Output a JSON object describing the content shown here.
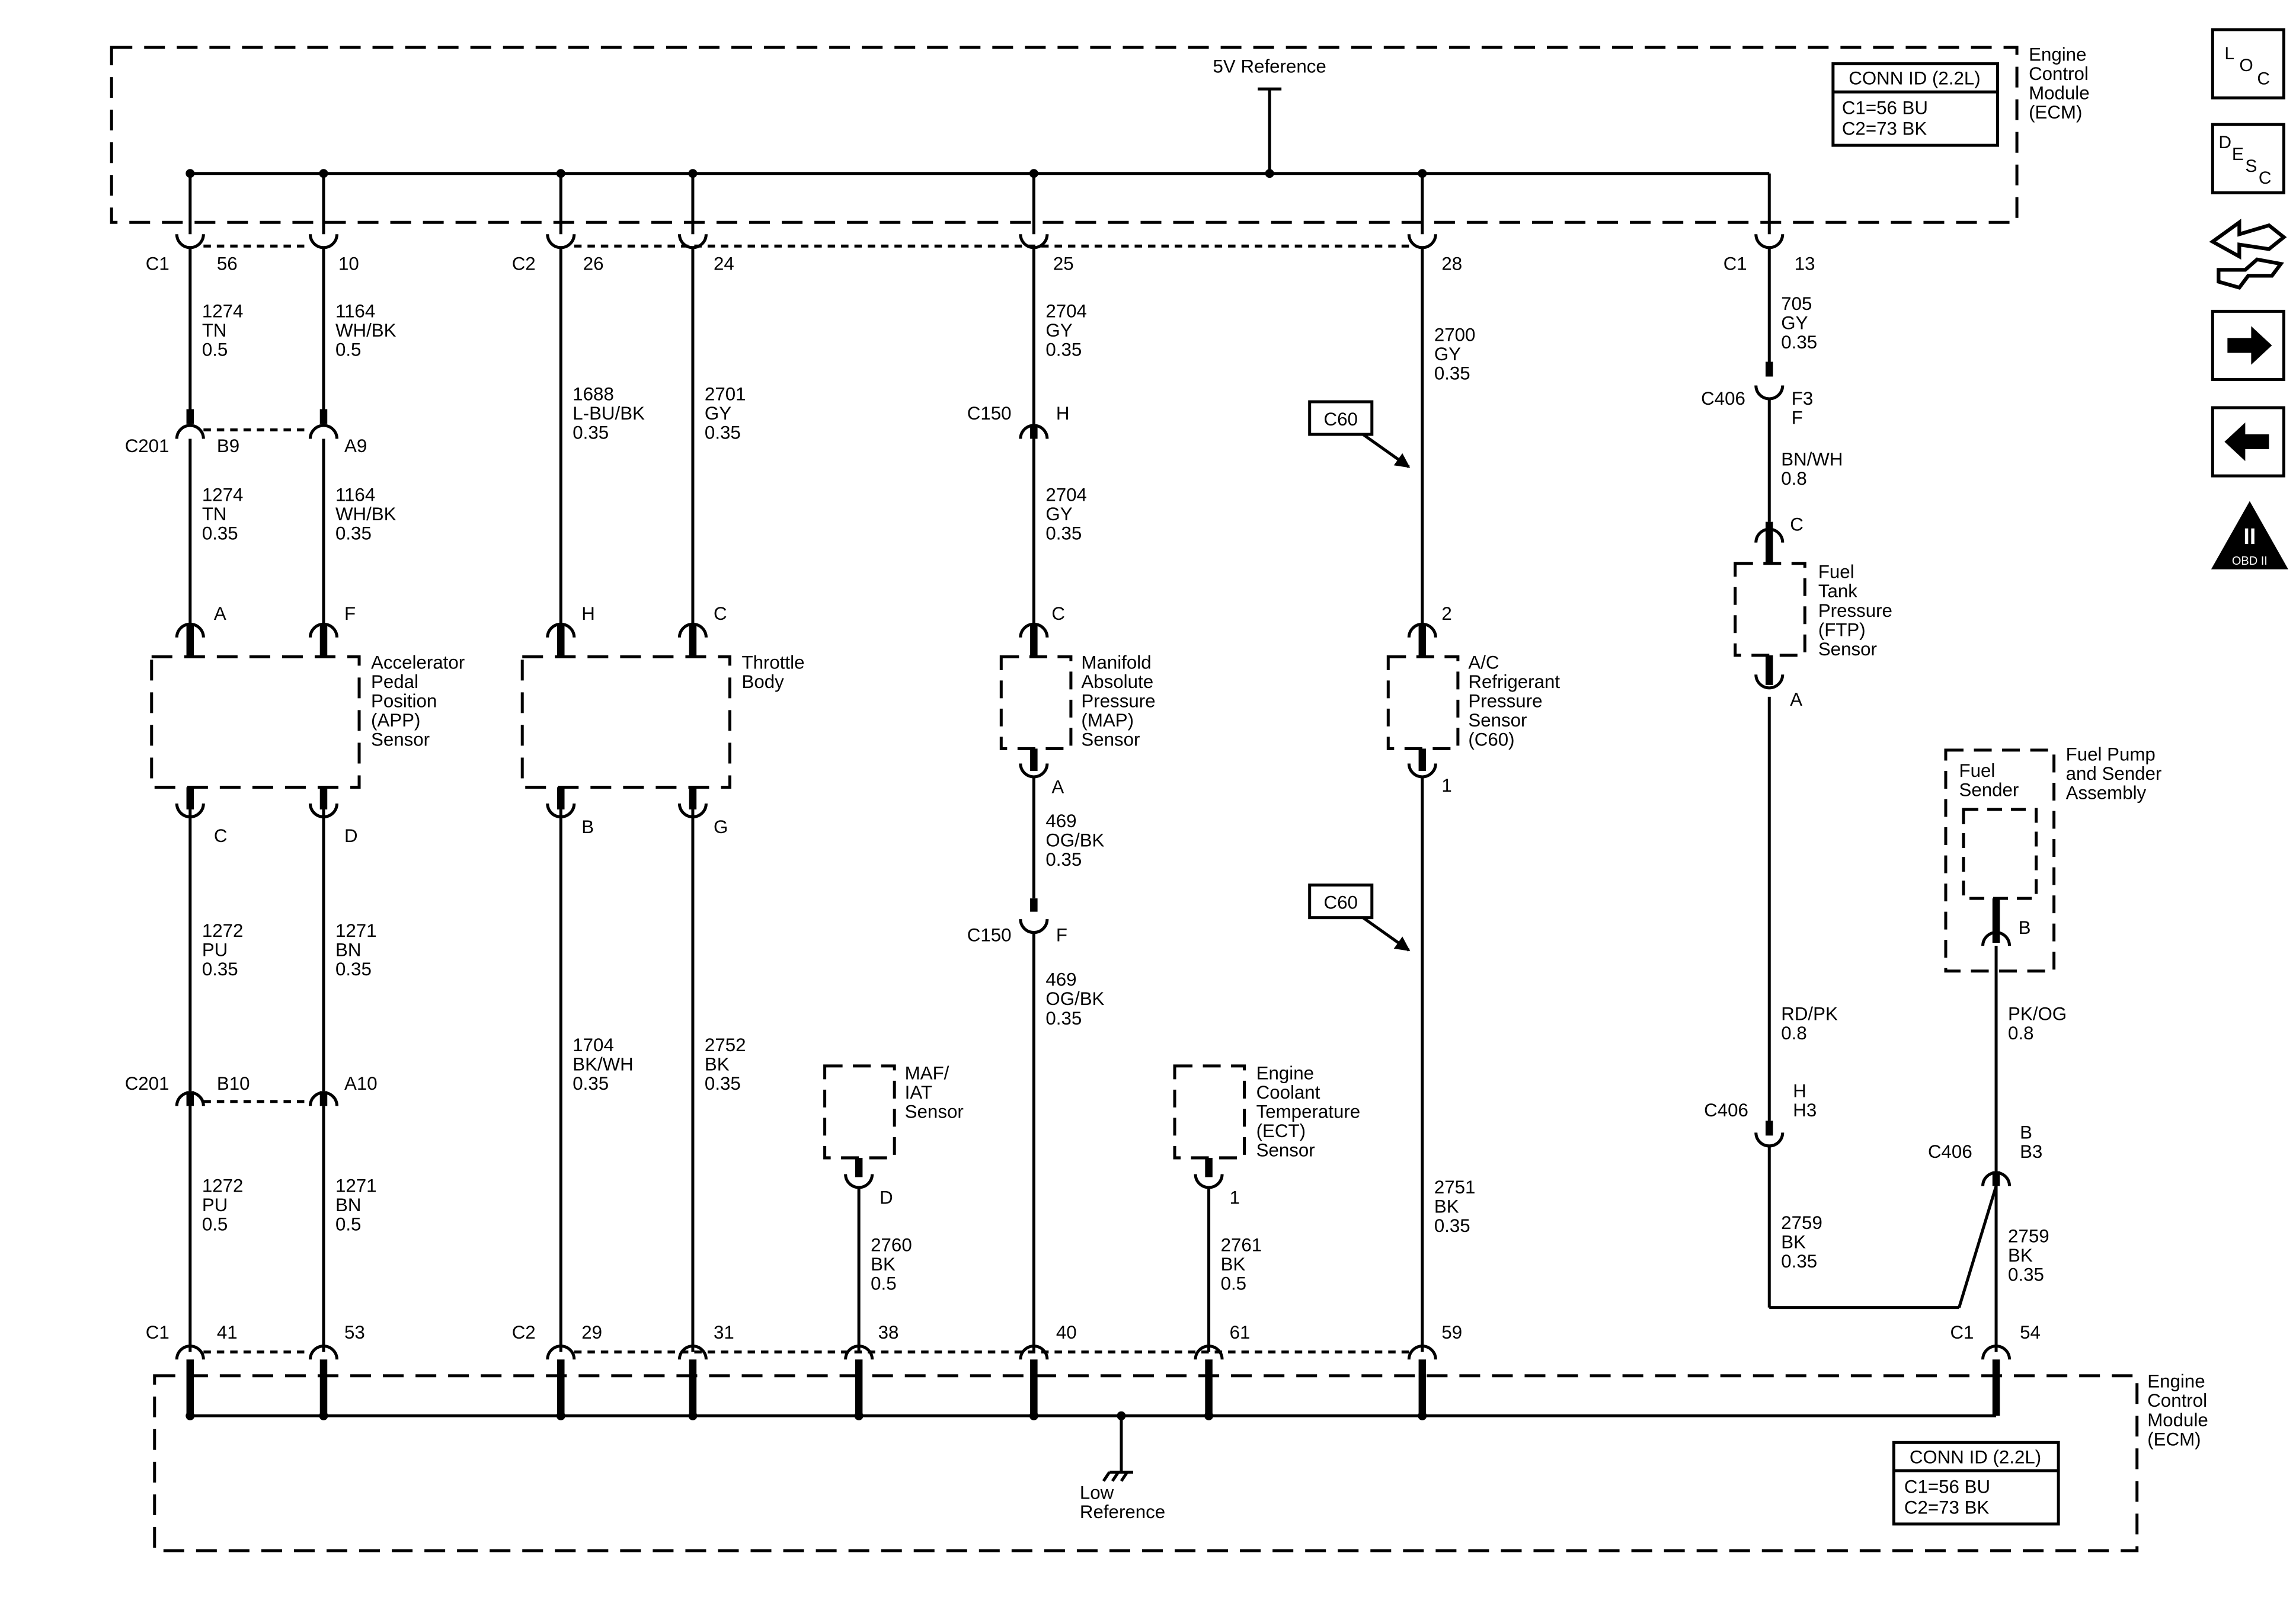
{
  "ecm_top": {
    "title": [
      "Engine",
      "Control",
      "Module",
      "(ECM)"
    ],
    "conn_id": {
      "header": "CONN ID (2.2L)",
      "lines": [
        "C1=56 BU",
        "C2=73 BK"
      ]
    },
    "ref_label": "5V Reference"
  },
  "ecm_bottom": {
    "title": [
      "Engine",
      "Control",
      "Module",
      "(ECM)"
    ],
    "conn_id": {
      "header": "CONN ID (2.2L)",
      "lines": [
        "C1=56 BU",
        "C2=73 BK"
      ]
    },
    "ref_label": [
      "Low",
      "Reference"
    ]
  },
  "connector_names": {
    "c1": "C1",
    "c2": "C2",
    "c201": "C201",
    "c150": "C150",
    "c406": "C406"
  },
  "top_pins": {
    "p56": "56",
    "p10": "10",
    "p26": "26",
    "p24": "24",
    "p25": "25",
    "p28": "28",
    "p13": "13"
  },
  "bottom_pins": {
    "p41": "41",
    "p53": "53",
    "p29": "29",
    "p31": "31",
    "p38": "38",
    "p40": "40",
    "p61": "61",
    "p59": "59",
    "p54": "54"
  },
  "inline_pins": {
    "b9": "B9",
    "a9": "A9",
    "b10": "B10",
    "a10": "A10",
    "h": "H",
    "f": "F",
    "f3": [
      "F3",
      "F"
    ],
    "h3": [
      "H",
      "H3"
    ],
    "b3": [
      "B",
      "B3"
    ]
  },
  "wires": {
    "w1274_top": [
      "1274",
      "TN",
      "0.5"
    ],
    "w1164_top": [
      "1164",
      "WH/BK",
      "0.5"
    ],
    "w1274_bot": [
      "1274",
      "TN",
      "0.35"
    ],
    "w1164_bot": [
      "1164",
      "WH/BK",
      "0.35"
    ],
    "w1272_top": [
      "1272",
      "PU",
      "0.35"
    ],
    "w1271_top": [
      "1271",
      "BN",
      "0.35"
    ],
    "w1272_bot": [
      "1272",
      "PU",
      "0.5"
    ],
    "w1271_bot": [
      "1271",
      "BN",
      "0.5"
    ],
    "w1688": [
      "1688",
      "L-BU/BK",
      "0.35"
    ],
    "w2701": [
      "2701",
      "GY",
      "0.35"
    ],
    "w1704": [
      "1704",
      "BK/WH",
      "0.35"
    ],
    "w2752": [
      "2752",
      "BK",
      "0.35"
    ],
    "w2704_top": [
      "2704",
      "GY",
      "0.35"
    ],
    "w2704_bot": [
      "2704",
      "GY",
      "0.35"
    ],
    "w469_top": [
      "469",
      "OG/BK",
      "0.35"
    ],
    "w469_bot": [
      "469",
      "OG/BK",
      "0.35"
    ],
    "w2760": [
      "2760",
      "BK",
      "0.5"
    ],
    "w2761": [
      "2761",
      "BK",
      "0.5"
    ],
    "w2700": [
      "2700",
      "GY",
      "0.35"
    ],
    "w2751": [
      "2751",
      "BK",
      "0.35"
    ],
    "w705": [
      "705",
      "GY",
      "0.35"
    ],
    "wbnwh": [
      "BN/WH",
      "0.8"
    ],
    "wrdpk": [
      "RD/PK",
      "0.8"
    ],
    "w2759_left": [
      "2759",
      "BK",
      "0.35"
    ],
    "w2759_right": [
      "2759",
      "BK",
      "0.35"
    ],
    "wpkog": [
      "PK/OG",
      "0.8"
    ]
  },
  "components": {
    "app": {
      "label": [
        "Accelerator",
        "Pedal",
        "Position",
        "(APP)",
        "Sensor"
      ],
      "pins": {
        "a": "A",
        "f": "F",
        "c": "C",
        "d": "D"
      }
    },
    "throttle": {
      "label": [
        "Throttle",
        "Body"
      ],
      "pins": {
        "h": "H",
        "c": "C",
        "b": "B",
        "g": "G"
      }
    },
    "map": {
      "label": [
        "Manifold",
        "Absolute",
        "Pressure",
        "(MAP)",
        "Sensor"
      ],
      "pins": {
        "c": "C",
        "a": "A"
      }
    },
    "ac": {
      "label": [
        "A/C",
        "Refrigerant",
        "Pressure",
        "Sensor",
        "(C60)"
      ],
      "pins": {
        "p2": "2",
        "p1": "1"
      }
    },
    "ftp": {
      "label": [
        "Fuel",
        "Tank",
        "Pressure",
        "(FTP)",
        "Sensor"
      ],
      "pins": {
        "c": "C",
        "a": "A"
      }
    },
    "maf": {
      "label": [
        "MAF/",
        "IAT",
        "Sensor"
      ],
      "pins": {
        "d": "D"
      }
    },
    "ect": {
      "label": [
        "Engine",
        "Coolant",
        "Temperature",
        "(ECT)",
        "Sensor"
      ],
      "pins": {
        "p1": "1"
      }
    },
    "fuel_sender": {
      "label": [
        "Fuel",
        "Sender"
      ],
      "pins": {
        "b": "B"
      }
    },
    "fuel_pump": {
      "label": [
        "Fuel Pump",
        "and Sender",
        "Assembly"
      ]
    }
  },
  "c60_tags": [
    "C60",
    "C60"
  ],
  "nav_icons": {
    "loc": {
      "letters": [
        "L",
        "O",
        "C"
      ]
    },
    "desc": {
      "letters": [
        "D",
        "E",
        "S",
        "C"
      ]
    },
    "obd": {
      "glyph": "II",
      "label": "OBD II"
    }
  }
}
